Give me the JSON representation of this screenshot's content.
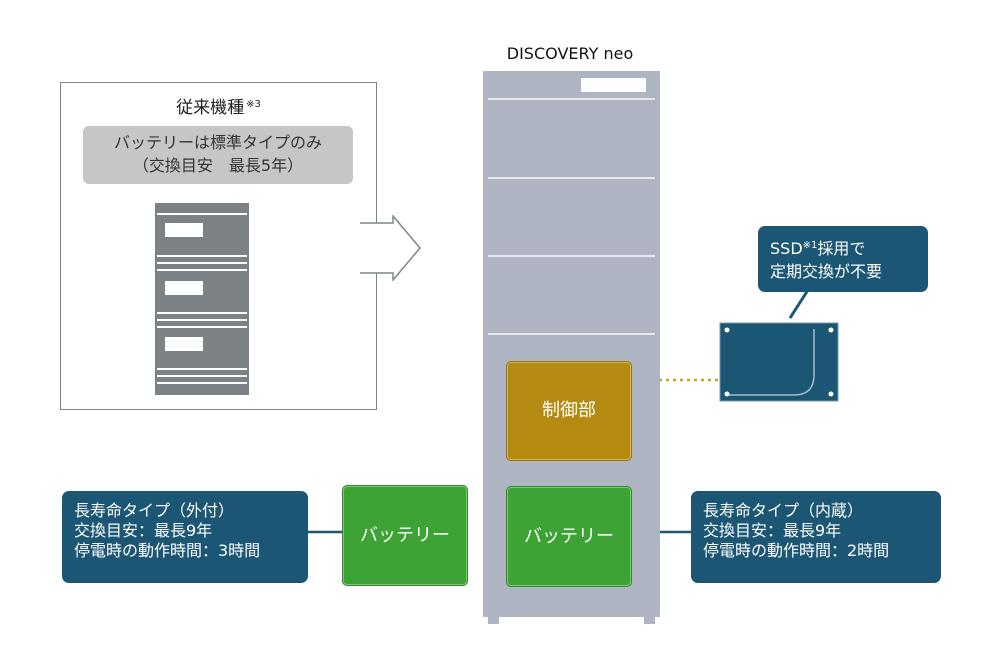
{
  "legacy": {
    "title": "従来機種",
    "title_note": "※3",
    "note_line1": "バッテリーは標準タイプのみ",
    "note_line2": "（交換目安　最長5年）"
  },
  "product": {
    "name": "DISCOVERY neo",
    "control_unit_label": "制御部",
    "battery_internal_label": "バッテリー",
    "battery_external_label": "バッテリー"
  },
  "ssd_callout": {
    "prefix": "SSD",
    "note": "※1",
    "line1_suffix": "採用で",
    "line2": "定期交換が不要"
  },
  "info_external": {
    "line1": "長寿命タイプ（外付）",
    "line2": "交換目安：最長9年",
    "line3": "停電時の動作時間：3時間"
  },
  "info_internal": {
    "line1": "長寿命タイプ（内蔵）",
    "line2": "交換目安：最長9年",
    "line3": "停電時の動作時間：2時間"
  },
  "colors": {
    "info_box": "#1b5775",
    "battery": "#3da334",
    "control_unit": "#b48a10",
    "cabinet": "#aeb4c1",
    "legacy_rack": "#7b8184"
  }
}
